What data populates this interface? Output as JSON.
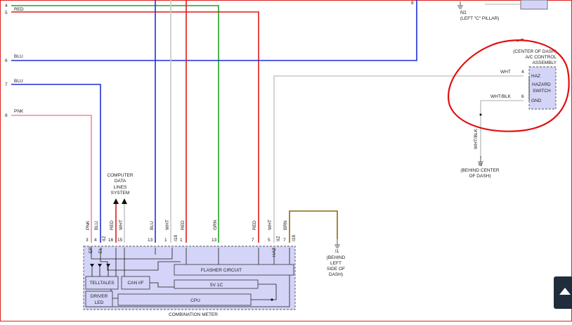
{
  "colors": {
    "frame": "#e0201a",
    "red_wire": "#e01818",
    "blu_wire": "#1f2fd6",
    "grn_wire": "#21a321",
    "pnk_wire": "#f08a9a",
    "wht_wire": "#c8c8c8",
    "brn_wire": "#8a6a10",
    "module_fill": "#d4d4f8",
    "annotation": "#e01010"
  },
  "left_pins": [
    {
      "num": "4",
      "label": ""
    },
    {
      "num": "5",
      "label": "RED"
    },
    {
      "num": "6",
      "label": "BLU"
    },
    {
      "num": "7",
      "label": "BLU"
    },
    {
      "num": "8",
      "label": "PNK"
    }
  ],
  "top_right_pin": "8",
  "ground_n1": {
    "id": "N1",
    "location": "(LEFT \"C\" PILLAR)"
  },
  "data_lines_label": [
    "COMPUTER",
    "DATA",
    "LINES",
    "SYSTEM"
  ],
  "combination_meter": {
    "title": "COMBINATION METER",
    "pins": [
      {
        "num": "3",
        "color": "PNK",
        "func": "ER"
      },
      {
        "num": "4",
        "color": "BLU",
        "func": "EL"
      },
      {
        "num": "16",
        "color": "RED",
        "func": "IIZ"
      },
      {
        "num": "15",
        "color": "WHT",
        "func": ""
      },
      {
        "num": "13",
        "color": "BLU",
        "func": ""
      },
      {
        "num": "1",
        "color": "WHT",
        "func": "I18"
      },
      {
        "num": "1",
        "color": "RED",
        "func": ""
      },
      {
        "num": "13",
        "color": "GRN",
        "func": ""
      },
      {
        "num": "7",
        "color": "RED",
        "func": ""
      },
      {
        "num": "5",
        "color": "WHT",
        "func": "HAZ"
      },
      {
        "num": "7",
        "color": "BRN",
        "func": "I18"
      }
    ],
    "pin_connector_codes": [
      "IIZ",
      "I18",
      "IIZ",
      "I18"
    ],
    "blocks": {
      "flasher": "FLASHER CIRCUIT",
      "v5": "5V 1C",
      "telltales": "TELLTALES",
      "canif": "CAN I/F",
      "driver_line1": "DRIVER",
      "driver_line2": "LED",
      "cpu": "CPU"
    }
  },
  "ground_i1": {
    "id": "I1",
    "location": [
      "(BEHIND",
      "LEFT",
      "SIDE OF",
      "DASH)"
    ]
  },
  "ac_control": {
    "title": [
      "(CENTER OF DASH)",
      "A/C CONTROL",
      "ASSEMBLY"
    ],
    "pin_haz": {
      "num": "4",
      "wire": "WHT",
      "func": "HAZ"
    },
    "pin_gnd": {
      "num": "6",
      "wire": "WHT/BLK",
      "func": "GND"
    },
    "switch_label": [
      "HAZARD",
      "SWITCH"
    ],
    "ground_wire": "WHT/BLK"
  },
  "ground_i3": {
    "id": "I3",
    "location": [
      "(BEHIND CENTER",
      "OF DASH)"
    ]
  }
}
